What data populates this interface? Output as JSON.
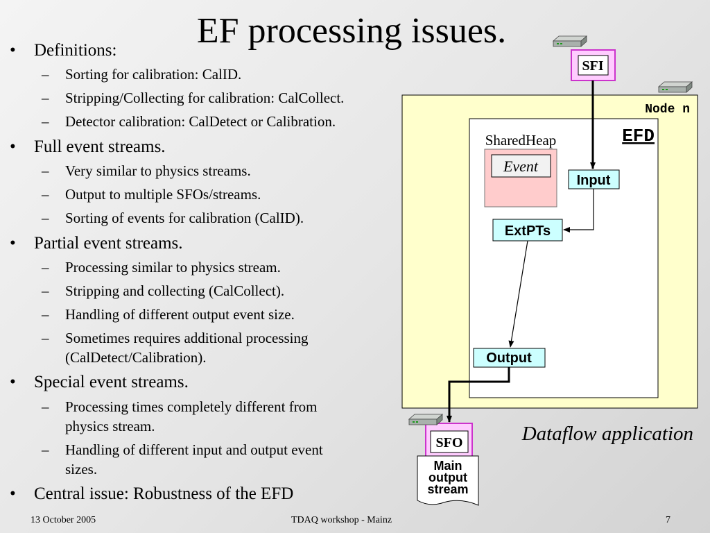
{
  "slide": {
    "title": "EF processing issues.",
    "footer": {
      "date": "13 October 2005",
      "event": "TDAQ workshop - Mainz",
      "page": "7"
    }
  },
  "bullets": [
    {
      "text": "Definitions:",
      "sub": [
        [
          "Sorting for calibration: CalID."
        ],
        [
          "Stripping/Collecting for calibration: CalCollect."
        ],
        [
          "Detector calibration: CalDetect or Calibration."
        ]
      ]
    },
    {
      "text": "Full event streams.",
      "sub": [
        [
          "Very similar to physics streams."
        ],
        [
          "Output to multiple SFOs/streams."
        ],
        [
          "Sorting of events for calibration (CalID)."
        ]
      ]
    },
    {
      "text": "Partial event streams.",
      "sub": [
        [
          "Processing similar to physics stream."
        ],
        [
          "Stripping and collecting (CalCollect)."
        ],
        [
          "Handling of different output event size."
        ],
        [
          "Sometimes requires additional processing",
          "(CalDetect/Calibration)."
        ]
      ]
    },
    {
      "text": "Special event streams.",
      "sub": [
        [
          "Processing times completely different from",
          "physics stream."
        ],
        [
          "Handling of different input and output event",
          "sizes."
        ]
      ]
    },
    {
      "text": "Central issue: Robustness of the EFD",
      "sub": []
    }
  ],
  "diagram": {
    "sfi_label": "SFI",
    "node_label": "Node n",
    "efd_label": "EFD",
    "sharedheap_label": "SharedHeap",
    "event_label": "Event",
    "input_label": "Input",
    "extpts_label": "ExtPTs",
    "output_label": "Output",
    "sfo_label": "SFO",
    "stream_lines": [
      "Main",
      "output",
      "stream"
    ],
    "dataflow_caption": "Dataflow application",
    "icons": [
      "server-icon",
      "server-icon",
      "server-icon"
    ],
    "colors": {
      "node_fill": "#ffffcc",
      "sfi_sfo_border": "#cc33cc",
      "sfi_sfo_fill": "#ffccff",
      "component_fill": "#ccffff",
      "sharedheap_fill": "#ffcccc"
    }
  }
}
